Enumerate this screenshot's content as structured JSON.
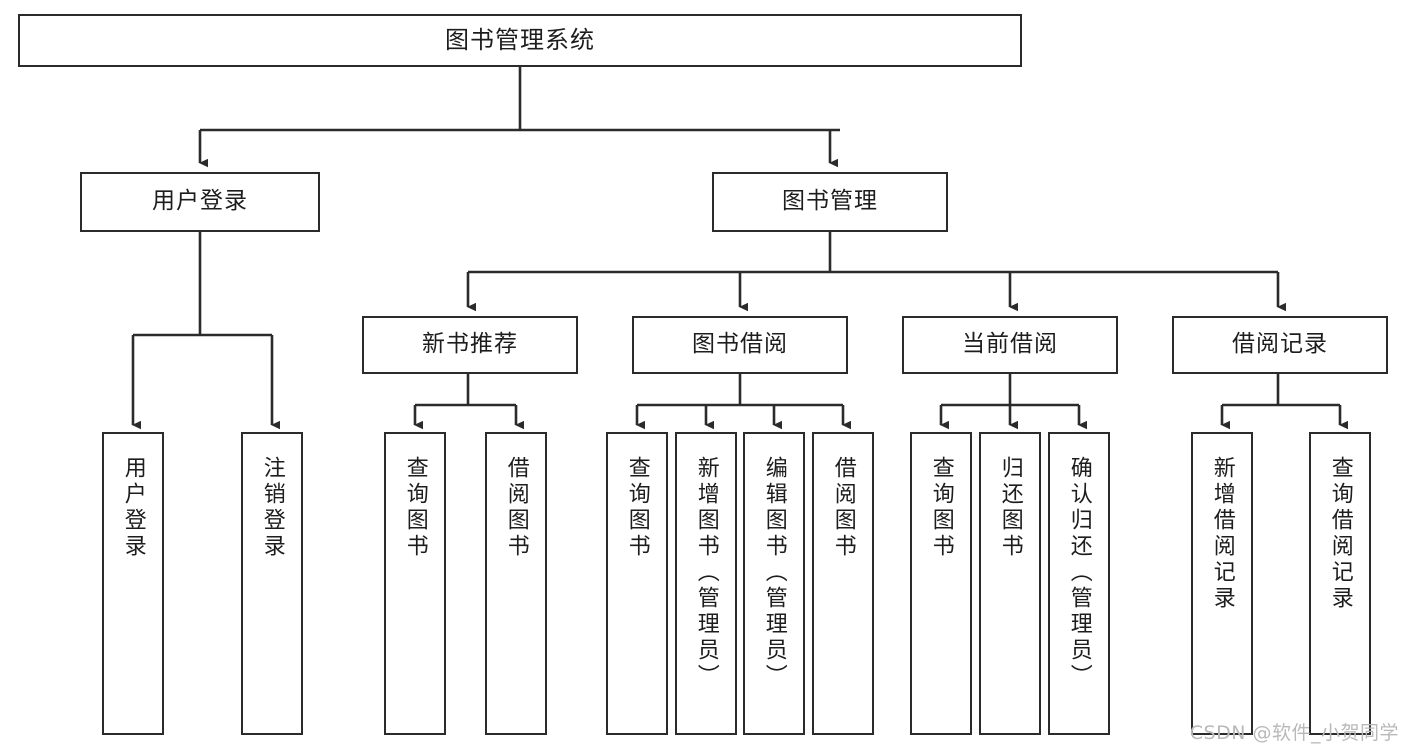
{
  "diagram": {
    "title": "图书管理系统",
    "type": "tree-hierarchy-diagram",
    "colors": {
      "background": "#ffffff",
      "node_fill": "#ffffff",
      "node_border": "#2b2b2b",
      "edge": "#2b2b2b",
      "text": "#1d1d1d",
      "watermark": "#b9b9b9"
    },
    "watermark": "CSDN @软件_小贺同学",
    "levels": {
      "root": {
        "label": "图书管理系统"
      },
      "level2": [
        {
          "id": "user-login",
          "label": "用户登录"
        },
        {
          "id": "book-management",
          "label": "图书管理"
        }
      ],
      "level3": [
        {
          "id": "new-book-recommend",
          "label": "新书推荐",
          "parent": "book-management"
        },
        {
          "id": "book-borrow",
          "label": "图书借阅",
          "parent": "book-management"
        },
        {
          "id": "current-borrow",
          "label": "当前借阅",
          "parent": "book-management"
        },
        {
          "id": "borrow-record",
          "label": "借阅记录",
          "parent": "book-management"
        }
      ],
      "leaves": [
        {
          "id": "leaf-user-login",
          "label": "用户登录",
          "parent": "user-login"
        },
        {
          "id": "leaf-logout",
          "label": "注销登录",
          "parent": "user-login"
        },
        {
          "id": "leaf-query-book-1",
          "label": "查询图书",
          "parent": "new-book-recommend"
        },
        {
          "id": "leaf-borrow-book-1",
          "label": "借阅图书",
          "parent": "new-book-recommend"
        },
        {
          "id": "leaf-query-book-2",
          "label": "查询图书",
          "parent": "book-borrow"
        },
        {
          "id": "leaf-add-book",
          "label": "新增图书（管理员）",
          "parent": "book-borrow"
        },
        {
          "id": "leaf-edit-book",
          "label": "编辑图书（管理员）",
          "parent": "book-borrow"
        },
        {
          "id": "leaf-borrow-book-2",
          "label": "借阅图书",
          "parent": "book-borrow"
        },
        {
          "id": "leaf-query-book-3",
          "label": "查询图书",
          "parent": "current-borrow"
        },
        {
          "id": "leaf-return-book",
          "label": "归还图书",
          "parent": "current-borrow"
        },
        {
          "id": "leaf-confirm-return",
          "label": "确认归还（管理员）",
          "parent": "current-borrow"
        },
        {
          "id": "leaf-add-record",
          "label": "新增借阅记录",
          "parent": "borrow-record"
        },
        {
          "id": "leaf-query-record",
          "label": "查询借阅记录",
          "parent": "borrow-record"
        }
      ]
    }
  }
}
